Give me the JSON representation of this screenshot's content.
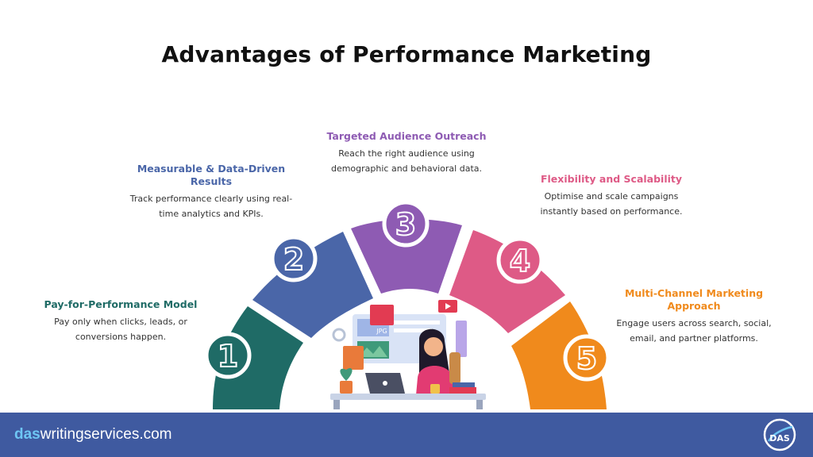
{
  "title": "Advantages of Performance Marketing",
  "steps": [
    {
      "number": "1",
      "heading": "Pay-for-Performance Model",
      "desc_line1": "Pay only when clicks, leads, or",
      "desc_line2": "conversions happen.",
      "color": "#1f6b66"
    },
    {
      "number": "2",
      "heading_line1": "Measurable & Data-Driven",
      "heading_line2": "Results",
      "desc_line1": "Track performance clearly using real-",
      "desc_line2": "time analytics and KPIs.",
      "color": "#4a66a8"
    },
    {
      "number": "3",
      "heading": "Targeted Audience Outreach",
      "desc_line1": "Reach the right audience using",
      "desc_line2": "demographic and behavioral data.",
      "color": "#8e5bb3"
    },
    {
      "number": "4",
      "heading": "Flexibility and Scalability",
      "desc_line1": "Optimise and scale campaigns",
      "desc_line2": "instantly based on performance.",
      "color": "#de5a86"
    },
    {
      "number": "5",
      "heading_line1": "Multi-Channel Marketing",
      "heading_line2": "Approach",
      "desc_line1": "Engage users across search, social,",
      "desc_line2": "email, and partner platforms.",
      "color": "#f08a1c"
    }
  ],
  "illustration": {
    "image_label": "JPG"
  },
  "footer": {
    "brand_accent": "das",
    "brand_rest": "writingservices.com",
    "logo_text": "DAS",
    "bg_color": "#3f5aa0"
  }
}
